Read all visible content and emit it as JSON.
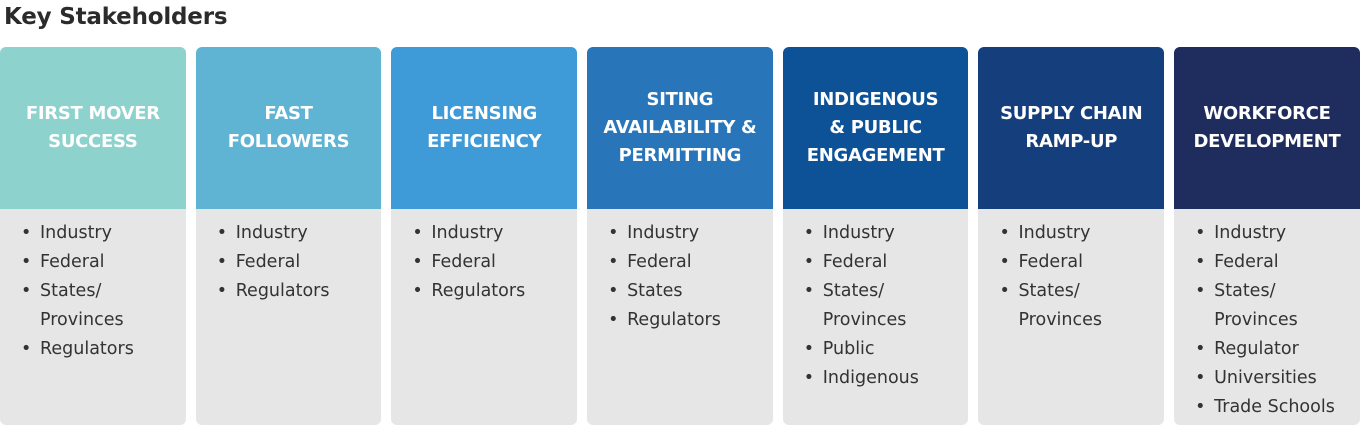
{
  "title": "Key Stakeholders",
  "cards": [
    {
      "title": "FIRST MOVER\nSUCCESS",
      "color": "#8dd2cc",
      "items": [
        "Industry",
        "Federal",
        "States/\nProvinces",
        "Regulators"
      ]
    },
    {
      "title": "FAST\nFOLLOWERS",
      "color": "#5fb4d4",
      "items": [
        "Industry",
        "Federal",
        "Regulators"
      ]
    },
    {
      "title": "LICENSING\nEFFICIENCY",
      "color": "#3f9ad8",
      "items": [
        "Industry",
        "Federal",
        "Regulators"
      ]
    },
    {
      "title": "SITING\nAVAILABILITY &\nPERMITTING",
      "color": "#2876b9",
      "items": [
        "Industry",
        "Federal",
        "States",
        "Regulators"
      ]
    },
    {
      "title": "INDIGENOUS\n& PUBLIC\nENGAGEMENT",
      "color": "#0d5196",
      "items": [
        "Industry",
        "Federal",
        "States/\nProvinces",
        "Public",
        "Indigenous"
      ]
    },
    {
      "title": "SUPPLY CHAIN\nRAMP-UP",
      "color": "#153f7c",
      "items": [
        "Industry",
        "Federal",
        "States/\nProvinces"
      ]
    },
    {
      "title": "WORKFORCE\nDEVELOPMENT",
      "color": "#1e2d5e",
      "items": [
        "Industry",
        "Federal",
        "States/\nProvinces",
        "Regulator",
        "Universities",
        "Trade Schools"
      ]
    }
  ]
}
